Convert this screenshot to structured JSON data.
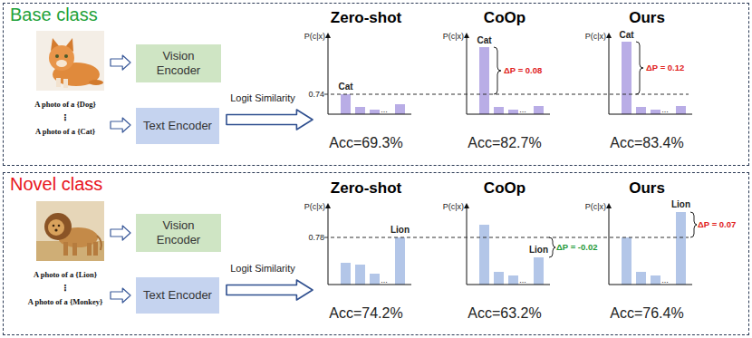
{
  "diagram": {
    "nodes": [
      {
        "text": [
          "Base class"
        ]
      },
      {
        "text": [
          "Vision Encoder"
        ],
        "in": 0
      },
      {
        "text": [
          "Text Encoder"
        ],
        "in": 0
      },
      {
        "text": [
          "Novel class"
        ]
      },
      {
        "text": [
          "Vision Encoder"
        ],
        "in": 3
      },
      {
        "text": [
          "Text Encoder"
        ],
        "in": 3
      }
    ],
    "labels": [
      "A photo of a {Dog}",
      "⋮",
      "A photo of a {Cat}",
      "Logit Similarity",
      "Zero-shot",
      "P(c|x)",
      "0.74",
      "Cat",
      "...",
      "Acc=69.3%",
      "CoOp",
      "P(c|x)",
      "Cat",
      "ΔP = 0.08",
      "...",
      "Acc=82.7%",
      "Ours",
      "P(c|x)",
      "Cat",
      "ΔP = 0.12",
      "...",
      "Acc=83.4%",
      "A photo of a {Lion}",
      "⋮",
      "A photo of a {Monkey}",
      "Logit Similarity",
      "Zero-shot",
      "P(c|x)",
      "0.78",
      "...",
      "Lion",
      "Acc=74.2%",
      "CoOp",
      "P(c|x)",
      "...",
      "ΔP = -0.02",
      "Lion",
      "Acc=63.2%",
      "Ours",
      "P(c|x)",
      "...",
      "Lion",
      "ΔP = 0.07",
      "Acc=76.4%"
    ]
  }
}
